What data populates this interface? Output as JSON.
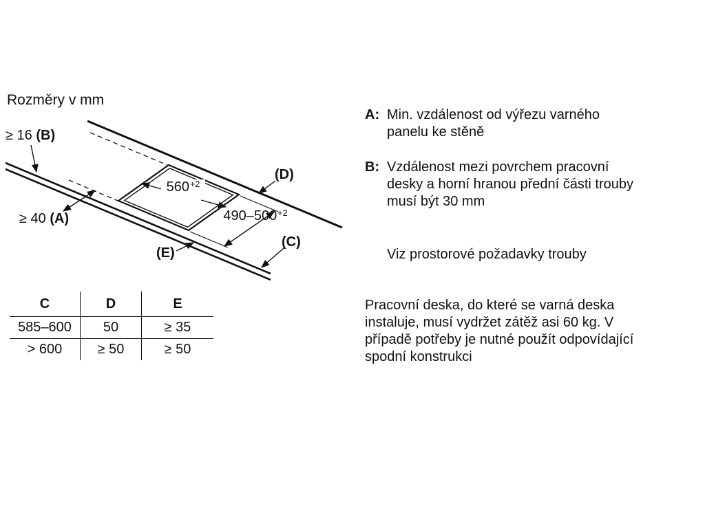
{
  "page": {
    "title": "Rozměry v mm"
  },
  "diagram": {
    "thickness_dim": {
      "prefix": "≥ 16 ",
      "label": "(B)"
    },
    "wall_dim": {
      "prefix": "≥ 40 ",
      "label": "(A)"
    },
    "width_dim": {
      "value": "560",
      "tolerance": "+2"
    },
    "depth_dim": {
      "value": "490–500",
      "tolerance": "+2"
    },
    "label_d": "(D)",
    "label_c": "(C)",
    "label_e": "(E)"
  },
  "table": {
    "headers": [
      "C",
      "D",
      "E"
    ],
    "rows": [
      [
        "585–600",
        "50",
        "≥ 35"
      ],
      [
        "> 600",
        "≥ 50",
        "≥ 50"
      ]
    ]
  },
  "notes": {
    "a": {
      "key": "A:",
      "text": "Min. vzdálenost od výřezu varného panelu ke stěně"
    },
    "b": {
      "key": "B:",
      "text": "Vzdálenost mezi povrchem pracovní desky a horní hranou přední části trouby musí být 30 mm"
    },
    "see_also": "Viz prostorové požadavky trouby",
    "load_note": "Pracovní deska, do které se varná deska instaluje, musí vydržet zátěž asi 60 kg. V případě potřeby je nutné použít odpovídající spodní konstrukci"
  }
}
